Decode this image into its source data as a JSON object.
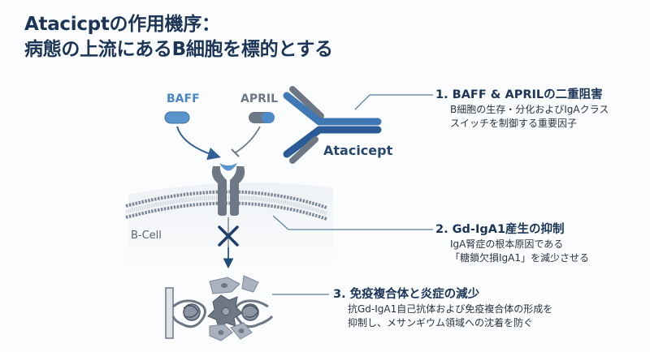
{
  "title": {
    "line1": "Atacicptの作用機序：",
    "line2": "病態の上流にあるB細胞を標的とする"
  },
  "diagram": {
    "ligand_baff": "BAFF",
    "ligand_april": "APRIL",
    "drug_label": "Atacicept",
    "cell_label": "B-Cell",
    "colors": {
      "navy": "#1c3557",
      "blue": "#3f78b5",
      "light_blue": "#5b93cc",
      "gray": "#6e7784",
      "line": "#5d7f9c"
    }
  },
  "points": [
    {
      "heading": "1. BAFF & APRILの二重阻害",
      "lines": [
        "B細胞の生存・分化およびIgAクラス",
        "スイッチを制御する重要因子"
      ]
    },
    {
      "heading": "2. Gd-IgA1産生の抑制",
      "lines": [
        "IgA腎症の根本原因である",
        "「糖鎖欠損IgA1」を減少させる"
      ]
    },
    {
      "heading": "3. 免疫複合体と炎症の減少",
      "lines": [
        "抗Gd-IgA1自己抗体および免疫複合体の形成を",
        "抑制し、メサンギウム領域への沈着を防ぐ"
      ]
    }
  ]
}
